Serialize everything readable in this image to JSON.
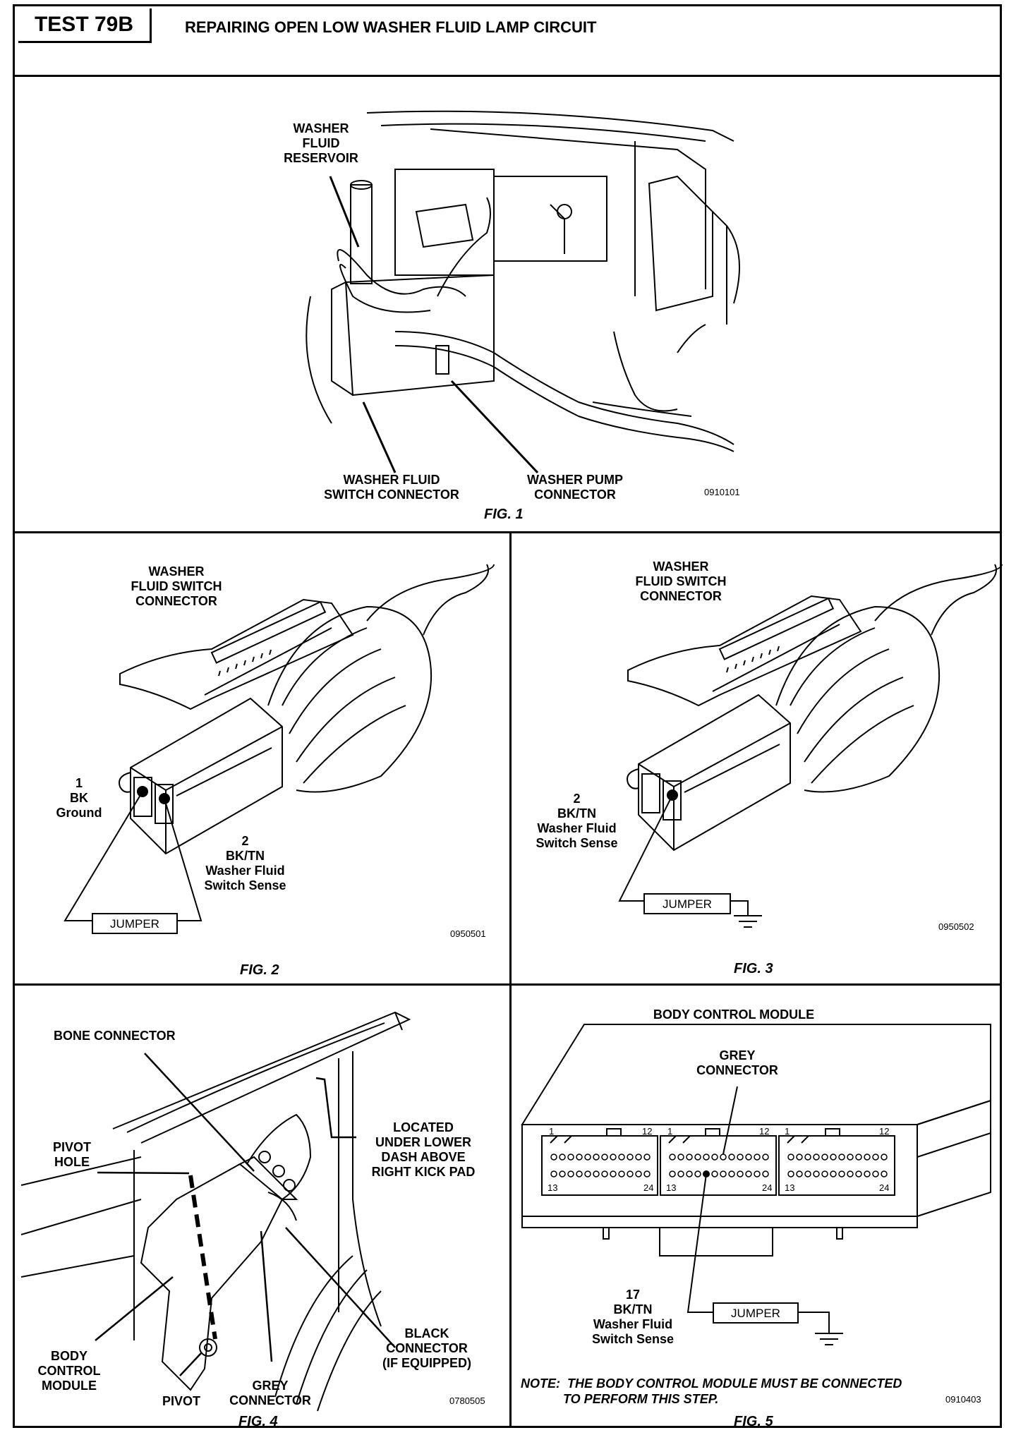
{
  "header": {
    "test_id": "TEST 79B",
    "title": "REPAIRING OPEN LOW WASHER FLUID LAMP CIRCUIT"
  },
  "fig1": {
    "reservoir_label": "WASHER\nFLUID\nRESERVOIR",
    "switch_connector_label": "WASHER FLUID\nSWITCH CONNECTOR",
    "pump_connector_label": "WASHER PUMP\nCONNECTOR",
    "code": "0910101",
    "caption": "FIG. 1"
  },
  "fig2": {
    "connector_label": "WASHER\nFLUID SWITCH\nCONNECTOR",
    "pin1_label": "1\nBK\nGround",
    "pin2_label": "2\nBK/TN\nWasher Fluid\nSwitch Sense",
    "jumper": "JUMPER",
    "code": "0950501",
    "caption": "FIG. 2"
  },
  "fig3": {
    "connector_label": "WASHER\nFLUID SWITCH\nCONNECTOR",
    "pin2_label": "2\nBK/TN\nWasher Fluid\nSwitch Sense",
    "jumper": "JUMPER",
    "code": "0950502",
    "caption": "FIG. 3"
  },
  "fig4": {
    "bone_connector": "BONE CONNECTOR",
    "pivot_hole": "PIVOT\nHOLE",
    "located": "LOCATED\nUNDER LOWER\nDASH ABOVE\nRIGHT KICK PAD",
    "black_connector": "BLACK\nCONNECTOR\n(IF EQUIPPED)",
    "body_control_module": "BODY\nCONTROL\nMODULE",
    "pivot": "PIVOT",
    "grey_connector": "GREY\nCONNECTOR",
    "code": "0780505",
    "caption": "FIG. 4"
  },
  "fig5": {
    "module_title": "BODY CONTROL MODULE",
    "grey_connector": "GREY\nCONNECTOR",
    "pin_numbers": {
      "c1_top_left": "1",
      "c1_top_right": "12",
      "c2_top_left": "1",
      "c2_top_right": "12",
      "c3_top_left": "1",
      "c3_top_right": "12",
      "c1_bottom_left": "13",
      "c1_bottom_right": "24",
      "c2_bottom_left": "13",
      "c2_bottom_right": "24",
      "c3_bottom_left": "13",
      "c3_bottom_right": "24"
    },
    "pin17_label": "17\nBK/TN\nWasher Fluid\nSwitch Sense",
    "jumper": "JUMPER",
    "note": "NOTE:  THE BODY CONTROL MODULE MUST BE CONNECTED\n            TO PERFORM THIS STEP.",
    "code": "0910403",
    "caption": "FIG. 5"
  }
}
